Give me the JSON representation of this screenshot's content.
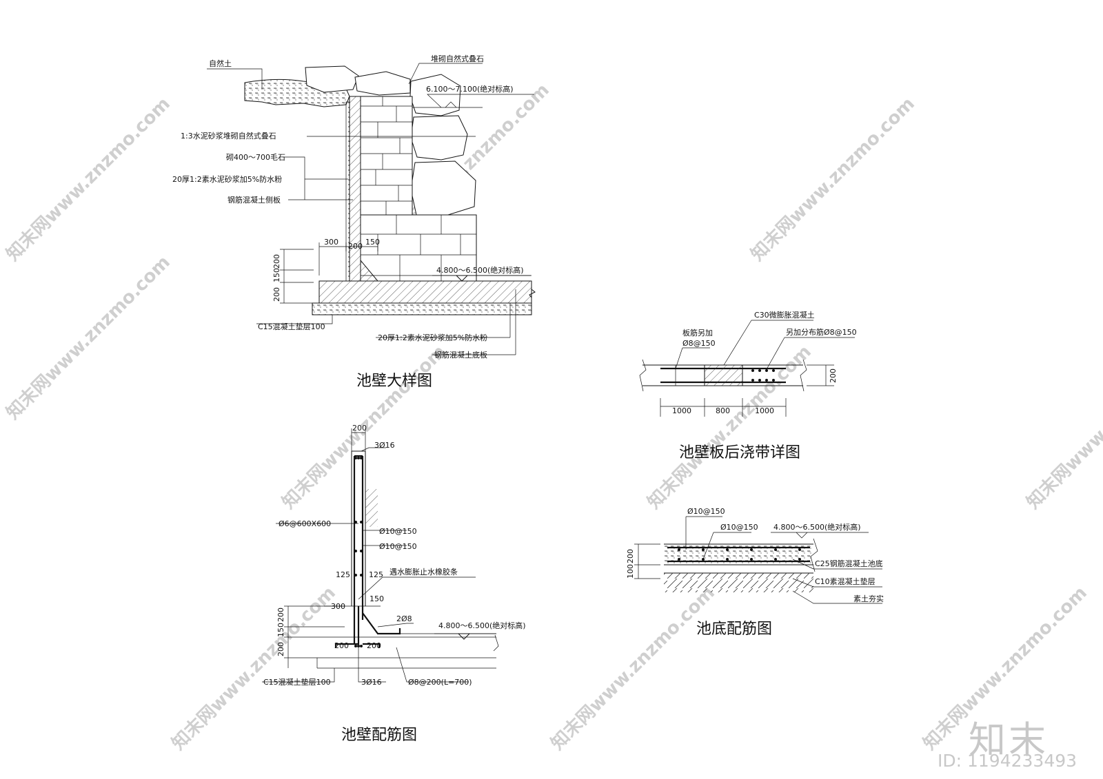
{
  "watermark": {
    "text": "知末网www.znzmo.com"
  },
  "brand": {
    "logo_text": "知末",
    "id_text": "ID: 1194233493"
  },
  "d1": {
    "title": "池壁大样图",
    "labels": {
      "natural_soil": "自然土",
      "stacked_stone": "堆砌自然式叠石",
      "elev_top": "6.100～7.100(绝对标高)",
      "mortar_stone": "1:3水泥砂浆堆砌自然式叠石",
      "rubble": "砌400～700毛石",
      "waterproof": "20厚1:2素水泥砂浆加5%防水粉",
      "side_plate": "钢筋混凝土侧板",
      "elev_bottom": "4.800～6.500(绝对标高)",
      "cushion": "C15混凝土垫层100",
      "waterproof2": "20厚1:2素水泥砂浆加5%防水粉",
      "bottom_plate": "钢筋混凝土底板"
    },
    "dims": {
      "d300": "300",
      "d200": "200",
      "d150": "150",
      "v200": "200",
      "v150": "150",
      "v200b": "200"
    }
  },
  "d2": {
    "title": "池壁配筋图",
    "labels": {
      "top_bars": "3Ø16",
      "mesh": "Ø6@600X600",
      "r1": "Ø10@150",
      "r2": "Ø10@150",
      "waterstop": "遇水膨胀止水橡胶条",
      "elev": "4.800～6.500(绝对标高)",
      "corner": "2Ø8",
      "cushion": "C15混凝土垫层100",
      "bottom_bars": "3Ø16",
      "anchor": "Ø8@200(L=700)"
    },
    "dims": {
      "top200": "200",
      "l125": "125",
      "r125": "125",
      "d300": "300",
      "d150": "150",
      "b200l": "200",
      "b200r": "200",
      "v200": "200",
      "v150": "150",
      "v200b": "200"
    }
  },
  "d3": {
    "title": "池壁板后浇带详图",
    "labels": {
      "concrete": "C30微膨胀混凝土",
      "extra1": "板筋另加",
      "extra1b": "Ø8@150",
      "extra2": "另加分布筋Ø8@150"
    },
    "dims": {
      "a": "1000",
      "b": "800",
      "c": "1000",
      "h": "200"
    }
  },
  "d4": {
    "title": "池底配筋图",
    "labels": {
      "r1": "Ø10@150",
      "r2": "Ø10@150",
      "elev": "4.800～6.500(绝对标高)",
      "slab": "C25钢筋混凝土池底",
      "cushion": "C10素混凝土垫层",
      "soil": "素土夯实"
    },
    "dims": {
      "v200": "200",
      "v100": "100"
    }
  }
}
